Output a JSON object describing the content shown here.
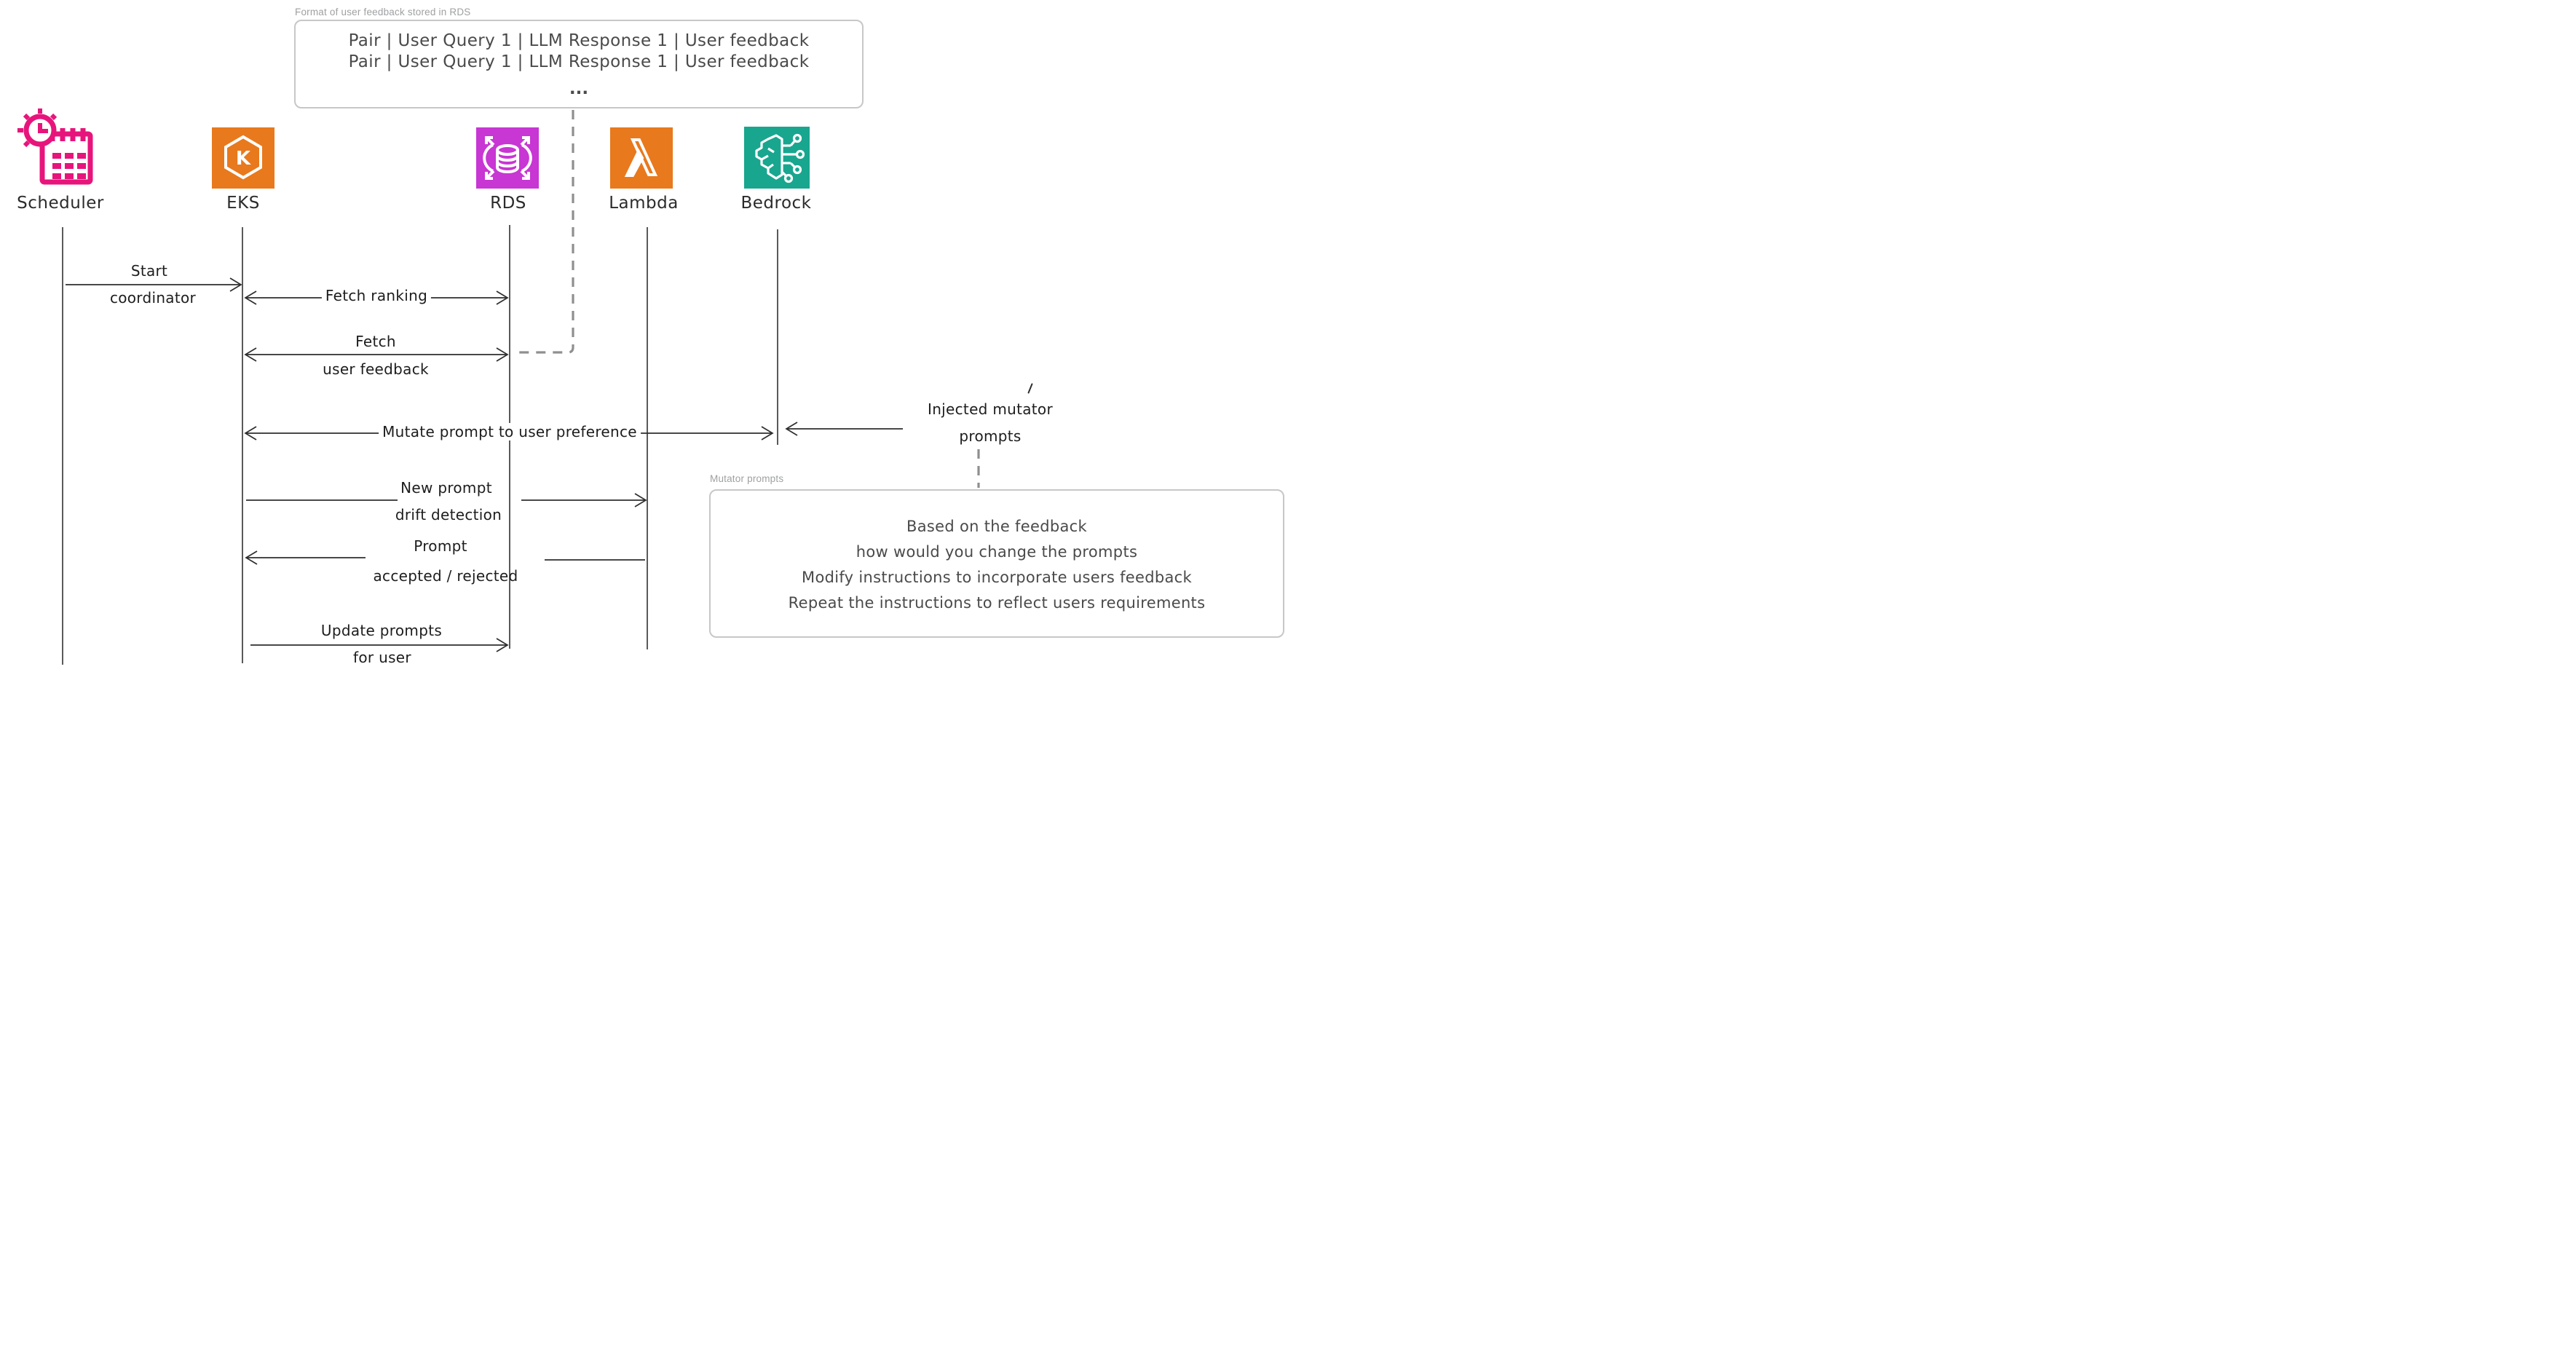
{
  "diagram": {
    "top_note": {
      "label": "Format of user feedback stored in RDS",
      "line1": "Pair | User Query 1 | LLM Response 1 | User feedback",
      "line2": "Pair | User Query 1 | LLM Response 1 | User feedback",
      "ellipsis": "..."
    },
    "actors": [
      {
        "id": "scheduler",
        "label": "Scheduler",
        "color": "#E7157B"
      },
      {
        "id": "eks",
        "label": "EKS",
        "color": "#E8791D"
      },
      {
        "id": "rds",
        "label": "RDS",
        "color": "#C836D3"
      },
      {
        "id": "lambda",
        "label": "Lambda",
        "color": "#E8791D"
      },
      {
        "id": "bedrock",
        "label": "Bedrock",
        "color": "#18A68F"
      }
    ],
    "messages": {
      "start_coordinator": {
        "line1": "Start",
        "line2": "coordinator"
      },
      "fetch_ranking": {
        "text": "Fetch ranking"
      },
      "fetch_user_feedback": {
        "line1": "Fetch",
        "line2": "user feedback"
      },
      "mutate_prompt": {
        "text": "Mutate prompt to user preference"
      },
      "injected_mutator": {
        "line1": "Injected mutator",
        "line2": "prompts"
      },
      "new_prompt": {
        "line1": "New prompt",
        "line2": "drift detection"
      },
      "prompt_accepted": {
        "line1": "Prompt",
        "line2": "accepted / rejected"
      },
      "update_prompts": {
        "line1": "Update prompts",
        "line2": "for user"
      }
    },
    "mutator_note": {
      "label": "Mutator prompts",
      "lines": [
        "Based on the feedback",
        "how would you change the prompts",
        "Modify instructions to incorporate users feedback",
        "Repeat the instructions to reflect users requirements"
      ]
    }
  }
}
